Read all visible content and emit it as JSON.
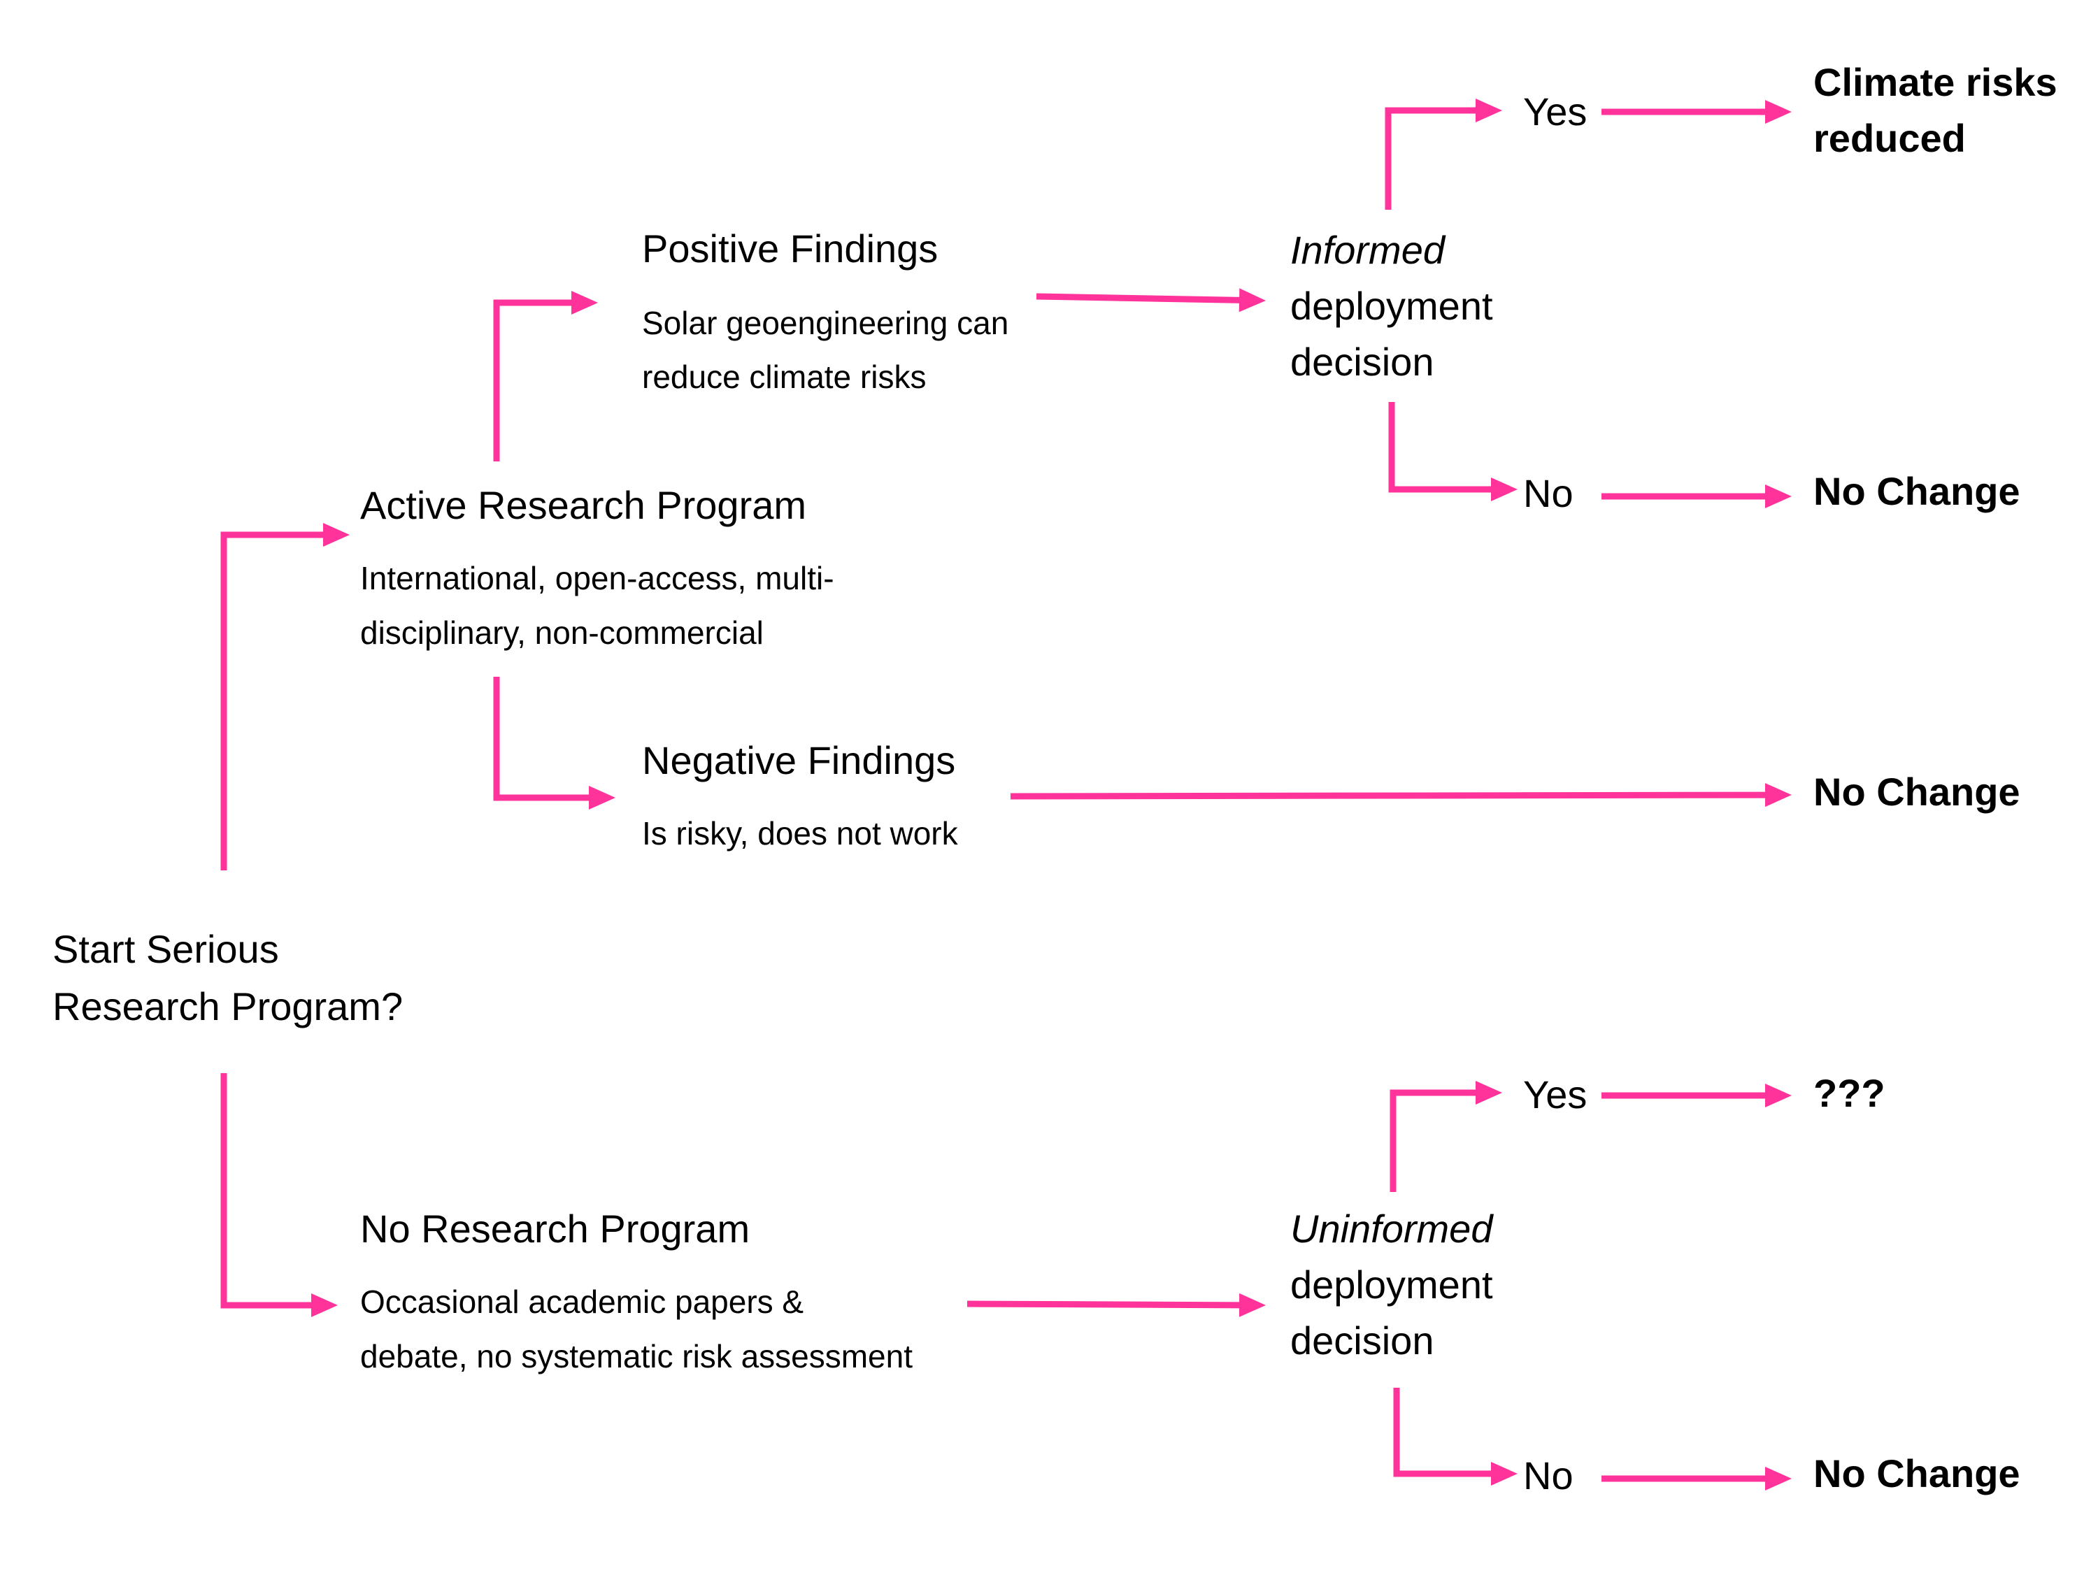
{
  "colors": {
    "arrow": "#FF3399",
    "text": "#000000",
    "background": "#FFFFFF"
  },
  "start": {
    "line1": "Start Serious",
    "line2": "Research Program?"
  },
  "active": {
    "title": "Active Research Program",
    "desc1": "International, open-access, multi-",
    "desc2": "disciplinary, non-commercial"
  },
  "positive": {
    "title": "Positive Findings",
    "desc1": "Solar geoengineering can",
    "desc2": "reduce climate risks"
  },
  "negative": {
    "title": "Negative Findings",
    "desc1": "Is risky, does not work"
  },
  "none": {
    "title": "No Research Program",
    "desc1": "Occasional academic papers &",
    "desc2": "debate, no systematic risk assessment"
  },
  "informed": {
    "word": "Informed",
    "line2": "deployment",
    "line3": "decision"
  },
  "uninformed": {
    "word": "Uninformed",
    "line2": "deployment",
    "line3": "decision"
  },
  "choices": {
    "yes": "Yes",
    "no": "No"
  },
  "outcomes": {
    "reduced_line1": "Climate risks",
    "reduced_line2": "reduced",
    "no_change": "No Change",
    "unknown": "???"
  }
}
